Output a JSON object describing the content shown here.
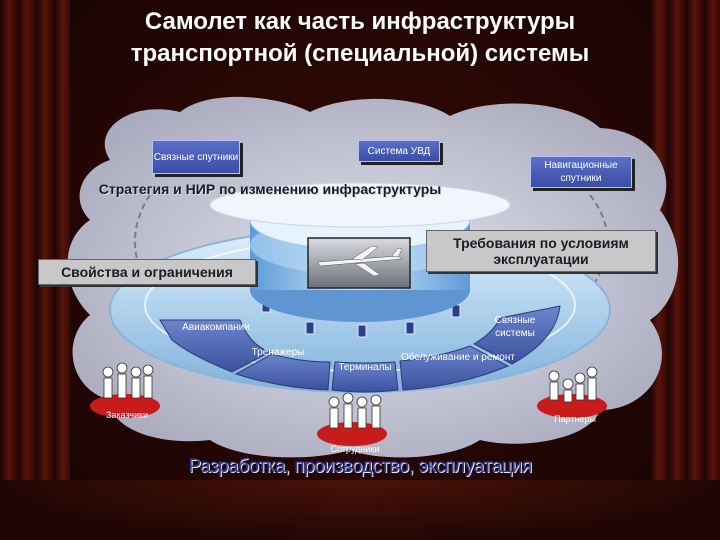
{
  "title_line1": "Самолет как часть инфраструктуры",
  "title_line2": "транспортной (специальной) системы",
  "top_boxes": {
    "satellites_comm": "Связные спутники",
    "atc_system": "Система УВД",
    "satellites_nav": "Навигационные спутники"
  },
  "banners": {
    "strategy": "Стратегия и НИР по изменению инфраструктуры",
    "properties": "Свойства и ограничения",
    "requirements": "Требования по условиям эксплуатации"
  },
  "segments": {
    "airlines": "Авиакомпании",
    "simulators": "Тренажеры",
    "terminals": "Терминалы",
    "maintenance": "Обслуживание и ремонт",
    "comm_systems": "Связные системы"
  },
  "people": {
    "customers": "Заказчики",
    "employees": "Сотрудники",
    "partners": "Партнеры"
  },
  "footer": "Разработка, производство, эксплуатация",
  "colors": {
    "box_blue": "#4a5eb8",
    "cloud": "#c7c9d8",
    "disc": "#a9cde9",
    "segment": "#4f68b4",
    "people_pad": "#cc1e1e"
  }
}
